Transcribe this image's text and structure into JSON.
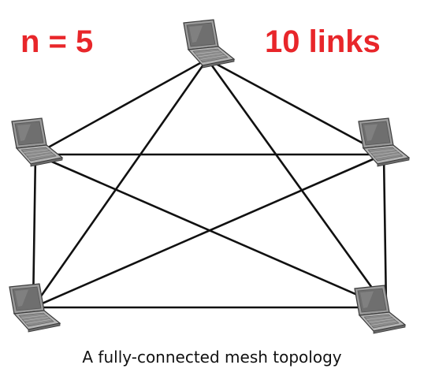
{
  "labels": {
    "node_count": "n = 5",
    "link_count": "10 links"
  },
  "caption": "A fully-connected mesh topology",
  "colors": {
    "highlight": "#e8262a",
    "link": "#111111",
    "laptop_body": "#9a9a9a",
    "laptop_screen": "#6f6f6f",
    "laptop_outline": "#3a3a3a"
  },
  "nodes": [
    {
      "name": "laptop-top",
      "icon": "laptop-icon"
    },
    {
      "name": "laptop-left",
      "icon": "laptop-icon"
    },
    {
      "name": "laptop-right",
      "icon": "laptop-icon"
    },
    {
      "name": "laptop-bottom-left",
      "icon": "laptop-icon"
    },
    {
      "name": "laptop-bottom-right",
      "icon": "laptop-icon"
    }
  ],
  "links": [
    [
      "laptop-top",
      "laptop-left"
    ],
    [
      "laptop-top",
      "laptop-right"
    ],
    [
      "laptop-top",
      "laptop-bottom-left"
    ],
    [
      "laptop-top",
      "laptop-bottom-right"
    ],
    [
      "laptop-left",
      "laptop-right"
    ],
    [
      "laptop-left",
      "laptop-bottom-left"
    ],
    [
      "laptop-left",
      "laptop-bottom-right"
    ],
    [
      "laptop-right",
      "laptop-bottom-left"
    ],
    [
      "laptop-right",
      "laptop-bottom-right"
    ],
    [
      "laptop-bottom-left",
      "laptop-bottom-right"
    ]
  ]
}
